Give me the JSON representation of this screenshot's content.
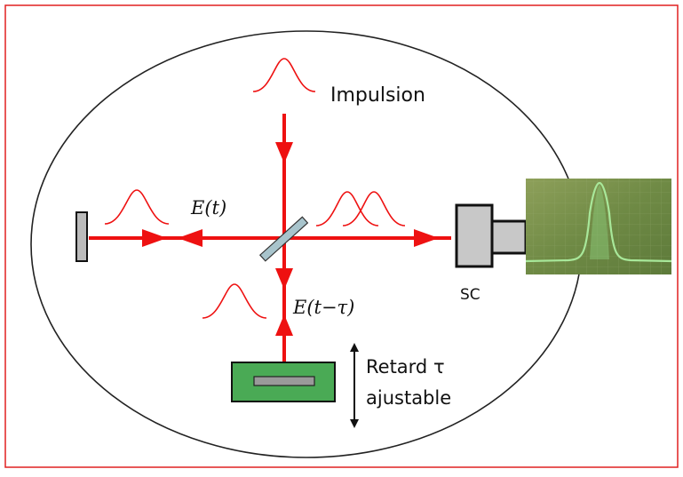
{
  "labels": {
    "impulsion": "Impulsion",
    "field_t": "E(t)",
    "field_t_tau": "E(t−τ)",
    "detector": "SC",
    "delay_line1": "Retard τ",
    "delay_line2": "ajustable"
  },
  "colors": {
    "frame": "#e02020",
    "beam": "#ee1111",
    "ellipse": "#222222",
    "mirror_fill": "#bbbbbb",
    "beamsplitter": "#a8c4cc",
    "stage_fill": "#4aaa55",
    "detector_fill": "#c8c8c8",
    "screen_bg": "#7a8f4a",
    "screen_trace": "#a8e89a"
  },
  "icons": {
    "left_mirror": "mirror-icon",
    "beamsplitter": "beamsplitter-icon",
    "delay_stage": "translation-stage-icon",
    "camera": "detector-icon",
    "oscilloscope": "oscilloscope-screen-icon"
  }
}
